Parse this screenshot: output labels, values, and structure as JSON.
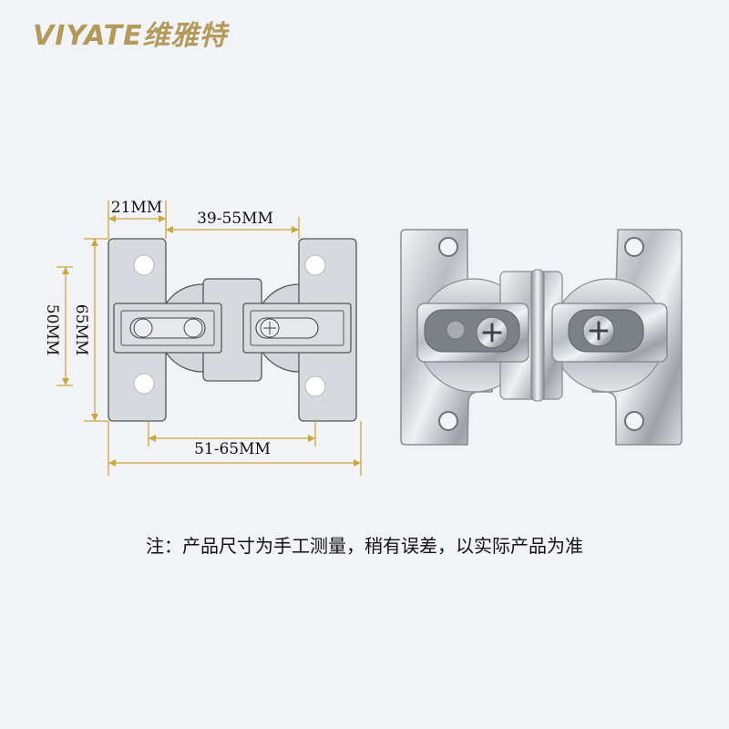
{
  "brand": {
    "name": "VIYATE维雅特"
  },
  "dimensions": {
    "plate_width": "21MM",
    "inner_gap": "39-55MM",
    "outer_height": "65MM",
    "hole_spacing": "50MM",
    "overall_span": "51-65MM"
  },
  "colors": {
    "brand": "#b39a5a",
    "dimension_line": "#c9a640",
    "diagram_plate": "#d6d9de",
    "diagram_outline": "#555555",
    "background": "#f1f3f7"
  },
  "photo": {
    "subject": "chrome-hinge"
  },
  "note": "注：产品尺寸为手工测量，稍有误差，以实际产品为准"
}
